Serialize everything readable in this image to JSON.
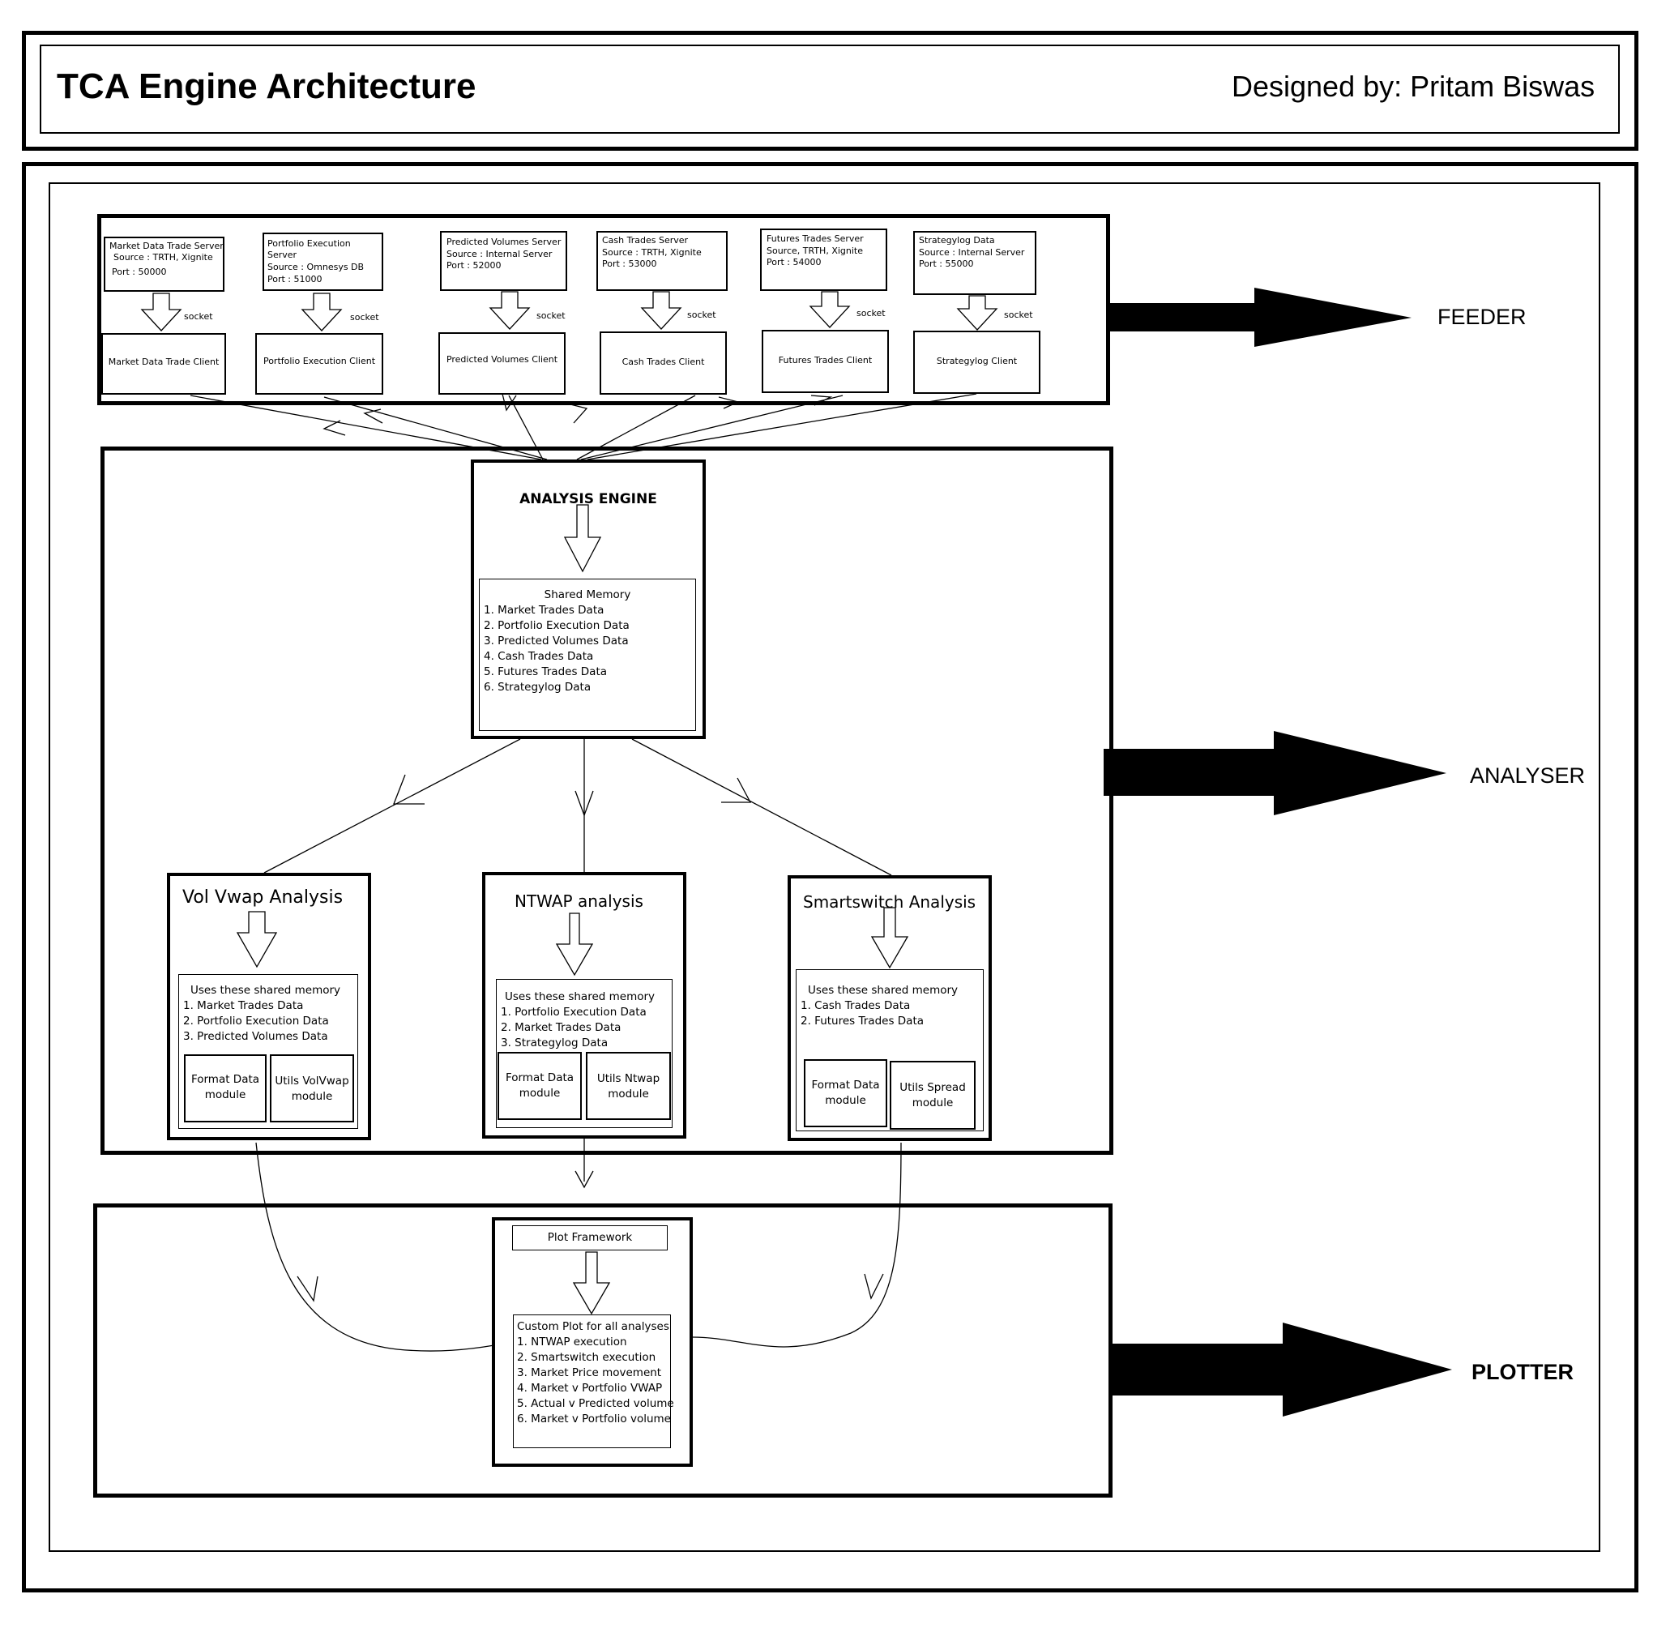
{
  "header": {
    "title": "TCA Engine Architecture",
    "designer": "Designed by: Pritam Biswas"
  },
  "feeder": {
    "label": "FEEDER",
    "socket_label": "socket",
    "servers": [
      {
        "lines": [
          "Market Data Trade Server",
          "Source : TRTH, Xignite",
          "Port : 50000"
        ],
        "client": "Market Data Trade Client"
      },
      {
        "lines": [
          "Portfolio Execution",
          "Server",
          "Source : Omnesys DB",
          "Port : 51000"
        ],
        "client": "Portfolio Execution Client"
      },
      {
        "lines": [
          "Predicted Volumes Server",
          "Source : Internal Server",
          "Port : 52000"
        ],
        "client": "Predicted Volumes Client"
      },
      {
        "lines": [
          "Cash Trades Server",
          "Source : TRTH, Xignite",
          "Port : 53000"
        ],
        "client": "Cash Trades Client"
      },
      {
        "lines": [
          "Futures Trades Server",
          "Source, TRTH, Xignite",
          "Port : 54000"
        ],
        "client": "Futures Trades Client"
      },
      {
        "lines": [
          "Strategylog Data",
          "Source : Internal Server",
          "Port : 55000"
        ],
        "client": "Strategylog Client"
      }
    ]
  },
  "analyser": {
    "label": "ANALYSER",
    "engine": {
      "title": "ANALYSIS ENGINE",
      "memory_title": "Shared Memory",
      "memory_items": [
        "1. Market Trades Data",
        "2. Portfolio Execution Data",
        "3. Predicted Volumes Data",
        "4. Cash Trades Data",
        "5. Futures Trades Data",
        "6. Strategylog Data"
      ]
    },
    "modules": [
      {
        "title": "Vol Vwap Analysis",
        "uses_title": "Uses these shared memory",
        "items": [
          "1. Market Trades Data",
          "2. Portfolio Execution Data",
          "3. Predicted Volumes Data"
        ],
        "sub_a": [
          "Format Data",
          "module"
        ],
        "sub_b": [
          "Utils VolVwap",
          "module"
        ]
      },
      {
        "title": "NTWAP analysis",
        "uses_title": "Uses these shared memory",
        "items": [
          "1. Portfolio Execution Data",
          "2. Market Trades Data",
          "3. Strategylog Data"
        ],
        "sub_a": [
          "Format Data",
          "module"
        ],
        "sub_b": [
          "Utils Ntwap",
          "module"
        ]
      },
      {
        "title": "Smartswitch Analysis",
        "uses_title": "Uses these shared memory",
        "items": [
          "1. Cash Trades Data",
          "2. Futures Trades Data"
        ],
        "sub_a": [
          "Format Data",
          "module"
        ],
        "sub_b": [
          "Utils Spread",
          "module"
        ]
      }
    ]
  },
  "plotter": {
    "label": "PLOTTER",
    "framework": "Plot Framework",
    "custom_title": "Custom Plot for all analyses",
    "items": [
      "1. NTWAP execution",
      "2. Smartswitch execution",
      "3. Market Price movement",
      "4. Market v Portfolio VWAP",
      "5. Actual v Predicted volume",
      "6. Market v Portfolio volume"
    ]
  }
}
